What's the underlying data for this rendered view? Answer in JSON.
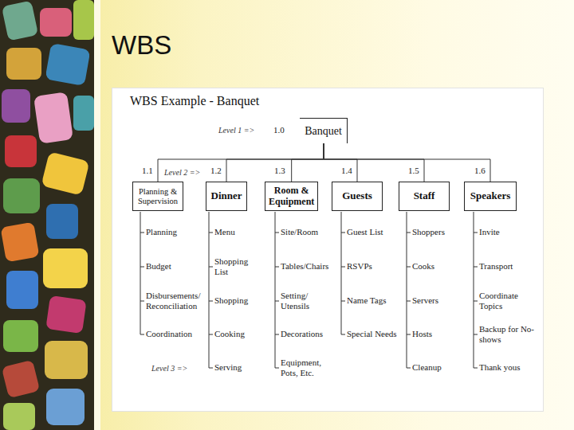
{
  "diagram": {
    "title": "WBS",
    "nodes": [
      {
        "text": [
          "Banquet"
        ]
      },
      {
        "text": [
          "Planning & Supervision"
        ]
      },
      {
        "text": [
          "Dinner"
        ]
      },
      {
        "text": [
          "Room & Equipment"
        ]
      },
      {
        "text": [
          "Guests"
        ]
      },
      {
        "text": [
          "Staff"
        ]
      },
      {
        "text": [
          "Speakers"
        ]
      }
    ],
    "edges": [
      {
        "from": 0,
        "to": 1,
        "arrow": "none"
      },
      {
        "from": 0,
        "to": 2,
        "arrow": "none"
      },
      {
        "from": 0,
        "to": 3,
        "arrow": "none"
      },
      {
        "from": 0,
        "to": 4,
        "arrow": "none"
      },
      {
        "from": 0,
        "to": 5,
        "arrow": "none"
      },
      {
        "from": 0,
        "to": 6,
        "arrow": "none"
      }
    ],
    "labels": [
      "WBS Example - Banquet",
      "Level 1 =>",
      "1.0",
      "Level 2 =>",
      "1.1",
      "1.2",
      "1.3",
      "1.4",
      "1.5",
      "1.6",
      "Planning",
      "Budget",
      "Disbursements/ Reconciliation",
      "Coordination",
      "Level 3 =>",
      "Menu",
      "Shopping List",
      "Shopping",
      "Cooking",
      "Serving",
      "Site/Room",
      "Tables/Chairs",
      "Setting/ Utensils",
      "Decorations",
      "Equipment, Pots, Etc.",
      "Guest List",
      "RSVPs",
      "Name Tags",
      "Special Needs",
      "Shoppers",
      "Cooks",
      "Servers",
      "Hosts",
      "Cleanup",
      "Invite",
      "Transport",
      "Coordinate Topics",
      "Backup for No-shows",
      "Thank yous"
    ]
  }
}
